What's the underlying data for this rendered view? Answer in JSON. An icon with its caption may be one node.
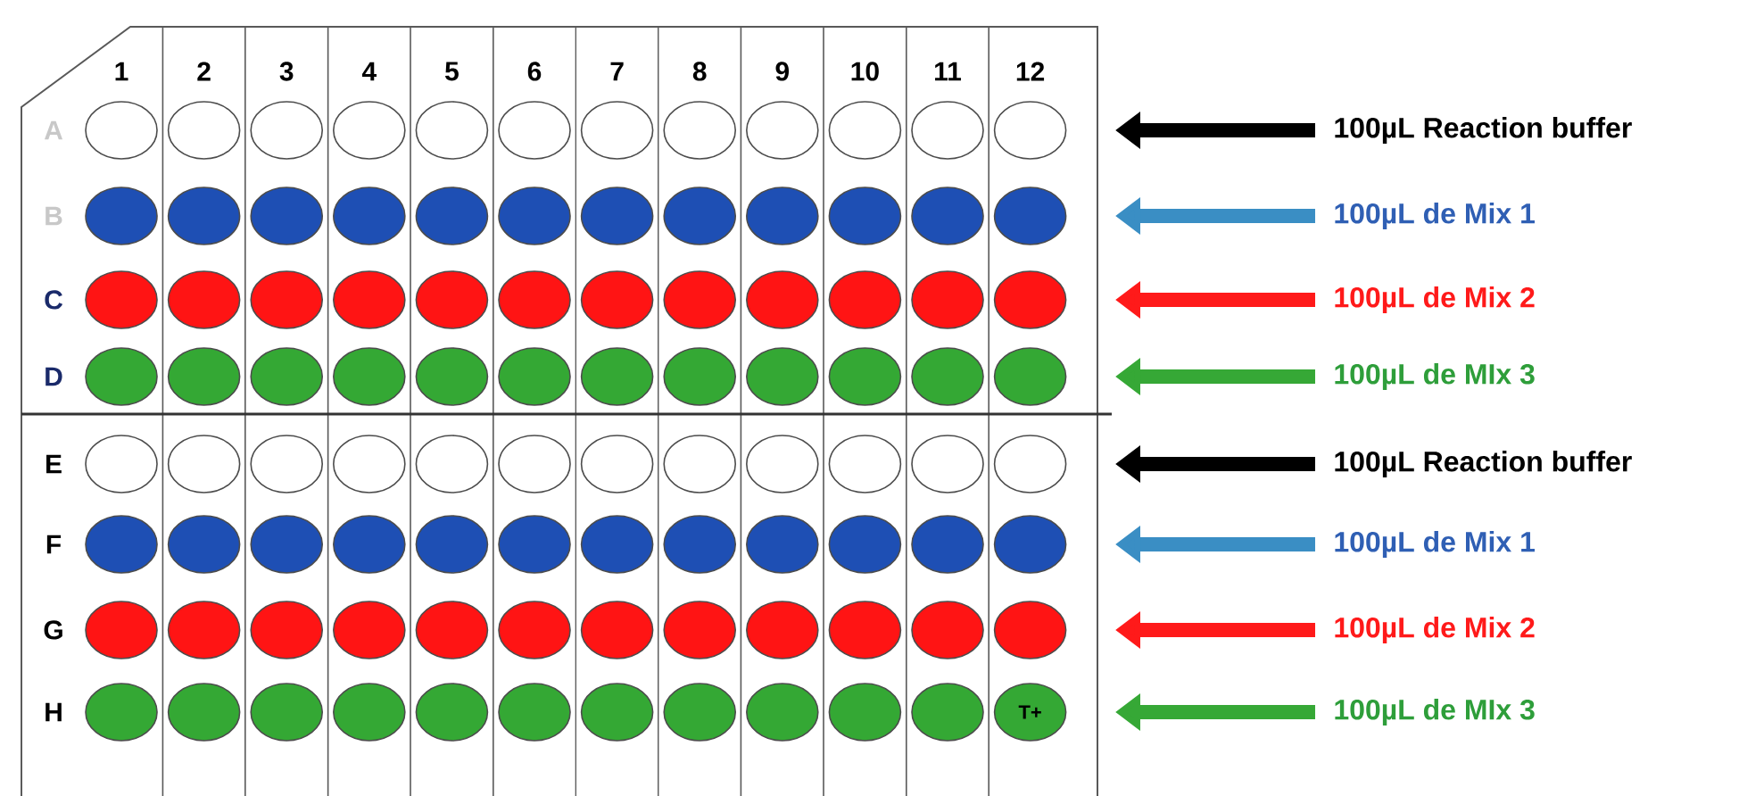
{
  "diagram": {
    "nodes": [
      {
        "text": [
          "100µL Reaction buffer"
        ]
      },
      {
        "text": [
          "100µL de Mix 1"
        ]
      },
      {
        "text": [
          "100µL de Mix 2"
        ]
      },
      {
        "text": [
          "100µL de MIx 3"
        ]
      },
      {
        "text": [
          "100µL Reaction buffer"
        ]
      },
      {
        "text": [
          "100µL de Mix 1"
        ]
      },
      {
        "text": [
          "100µL de Mix 2"
        ]
      },
      {
        "text": [
          "100µL de MIx 3"
        ]
      }
    ],
    "edges": [
      {
        "from": 0,
        "to": null,
        "arrow": "to",
        "color": "#000000"
      },
      {
        "from": 1,
        "to": null,
        "arrow": "to",
        "color": "#3a8ec4"
      },
      {
        "from": 2,
        "to": null,
        "arrow": "to",
        "color": "#ff1a1a"
      },
      {
        "from": 3,
        "to": null,
        "arrow": "to",
        "color": "#36a836"
      },
      {
        "from": 4,
        "to": null,
        "arrow": "to",
        "color": "#000000"
      },
      {
        "from": 5,
        "to": null,
        "arrow": "to",
        "color": "#3a8ec4"
      },
      {
        "from": 6,
        "to": null,
        "arrow": "to",
        "color": "#ff1a1a"
      },
      {
        "from": 7,
        "to": null,
        "arrow": "to",
        "color": "#36a836"
      }
    ],
    "labels": [
      "1",
      "2",
      "3",
      "4",
      "5",
      "6",
      "7",
      "8",
      "9",
      "10",
      "11",
      "12",
      "A",
      "B",
      "C",
      "D",
      "E",
      "F",
      "G",
      "H",
      "T+"
    ]
  }
}
